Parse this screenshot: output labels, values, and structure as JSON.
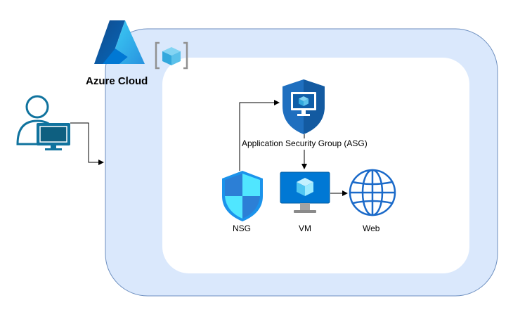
{
  "diagram": {
    "cloud_label": "Azure Cloud",
    "asg_label": "Application Security Group (ASG)",
    "nsg_label": "NSG",
    "vm_label": "VM",
    "web_label": "Web"
  },
  "colors": {
    "outer_fill": "#dae8fc",
    "outer_stroke": "#6c8ebf",
    "inner_fill": "#ffffff",
    "azure_blue": "#0078d4",
    "shield_light": "#50e6ff",
    "user_stroke": "#10739e",
    "globe": "#1b6ac9",
    "arrow": "#000000"
  },
  "icons": {
    "azure_logo": "azure-logo-icon",
    "resource_group": "resource-group-icon",
    "user": "user-computer-icon",
    "asg": "asg-shield-icon",
    "nsg": "nsg-shield-icon",
    "vm": "vm-monitor-icon",
    "web": "globe-icon"
  }
}
